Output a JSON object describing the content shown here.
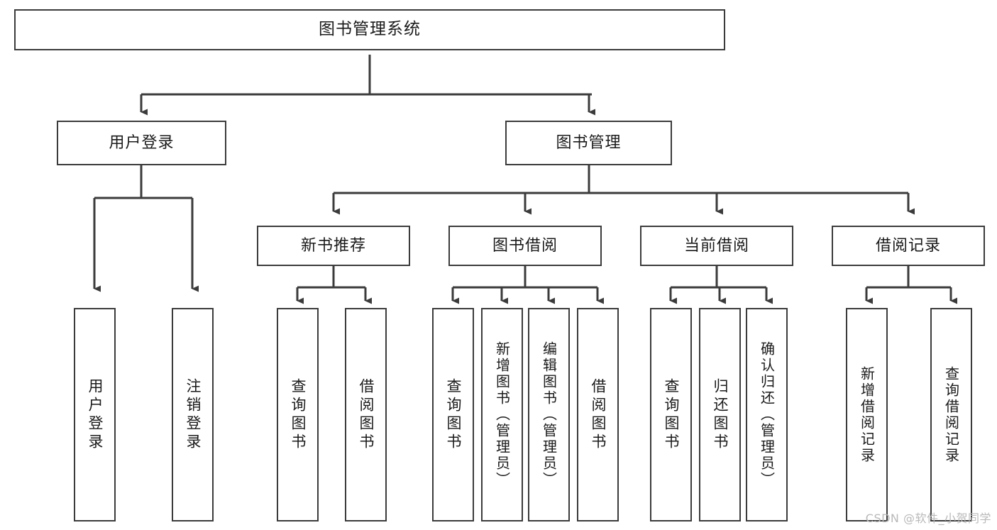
{
  "diagram": {
    "title": "图书管理系统",
    "type": "tree",
    "watermark": "CSDN @软件_小贺同学",
    "colors": {
      "border": "#3b3b3b",
      "fill": "#ffffff",
      "text": "#1a1a1a",
      "watermark": "#b9b9b9"
    },
    "nodes": {
      "root": {
        "label": "图书管理系统"
      },
      "level2": [
        {
          "id": "user-login",
          "label": "用户登录"
        },
        {
          "id": "book-manage",
          "label": "图书管理"
        }
      ],
      "level3": [
        {
          "id": "new-book-rec",
          "label": "新书推荐"
        },
        {
          "id": "book-borrow",
          "label": "图书借阅"
        },
        {
          "id": "current-borrow",
          "label": "当前借阅"
        },
        {
          "id": "borrow-record",
          "label": "借阅记录"
        }
      ],
      "leaves": [
        {
          "id": "leaf-user-login",
          "label": "用户登录",
          "parent": "user-login"
        },
        {
          "id": "leaf-logout",
          "label": "注销登录",
          "parent": "user-login"
        },
        {
          "id": "leaf-query-book-1",
          "label": "查询图书",
          "parent": "new-book-rec"
        },
        {
          "id": "leaf-borrow-book-1",
          "label": "借阅图书",
          "parent": "new-book-rec"
        },
        {
          "id": "leaf-query-book-2",
          "label": "查询图书",
          "parent": "book-borrow"
        },
        {
          "id": "leaf-add-book",
          "label": "新增图书（管理员）",
          "parent": "book-borrow"
        },
        {
          "id": "leaf-edit-book",
          "label": "编辑图书（管理员）",
          "parent": "book-borrow"
        },
        {
          "id": "leaf-borrow-book-2",
          "label": "借阅图书",
          "parent": "book-borrow"
        },
        {
          "id": "leaf-query-book-3",
          "label": "查询图书",
          "parent": "current-borrow"
        },
        {
          "id": "leaf-return-book",
          "label": "归还图书",
          "parent": "current-borrow"
        },
        {
          "id": "leaf-confirm-return",
          "label": "确认归还（管理员）",
          "parent": "current-borrow"
        },
        {
          "id": "leaf-add-record",
          "label": "新增借阅记录",
          "parent": "borrow-record"
        },
        {
          "id": "leaf-query-record",
          "label": "查询借阅记录",
          "parent": "borrow-record"
        }
      ]
    }
  }
}
